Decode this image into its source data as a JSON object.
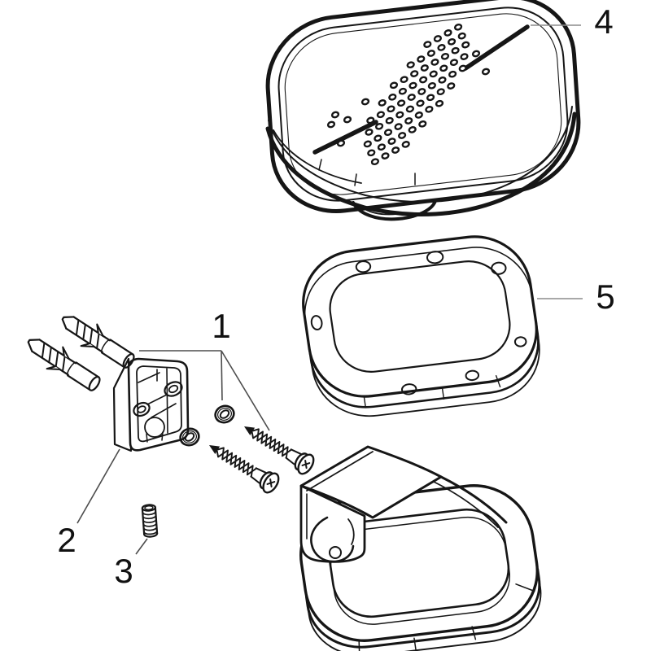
{
  "figure": {
    "type": "exploded-parts-diagram",
    "background": "#ffffff",
    "line_color": "#161616",
    "leader_color_light": "#8c8c8c",
    "leader_color_dark": "#4d4d4d",
    "callouts": {
      "c1": {
        "number": "1"
      },
      "c2": {
        "number": "2"
      },
      "c3": {
        "number": "3"
      },
      "c4": {
        "number": "4"
      },
      "c5": {
        "number": "5"
      }
    }
  }
}
